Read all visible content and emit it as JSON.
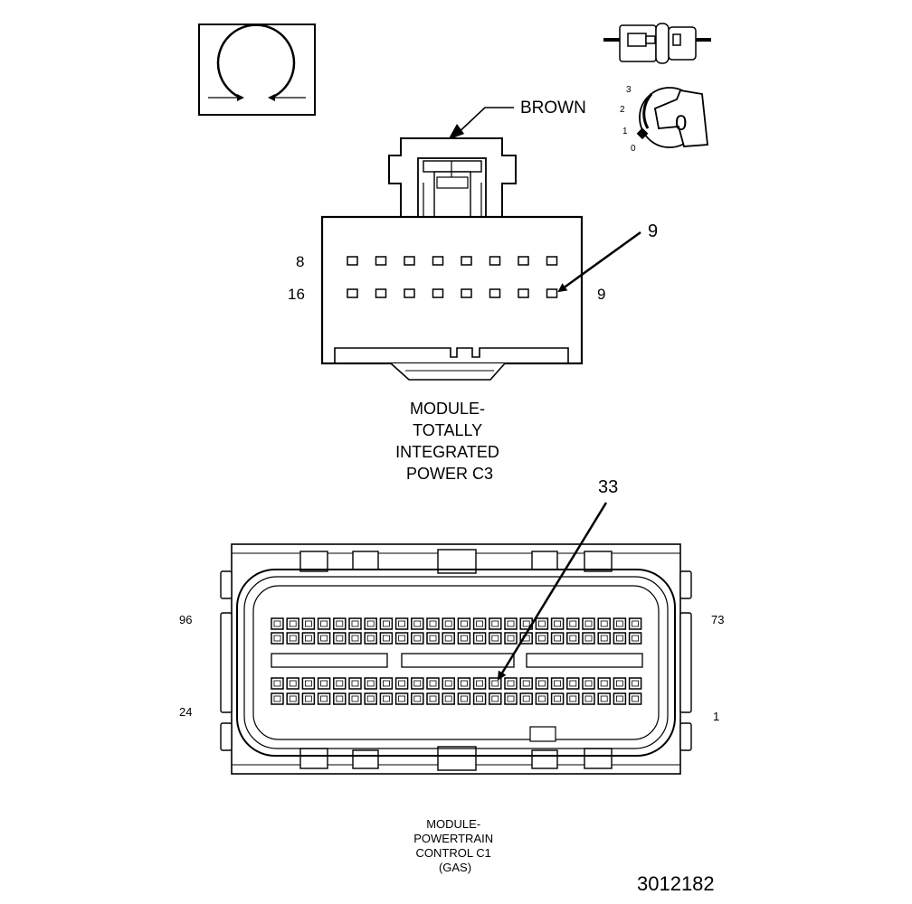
{
  "figure_number": "3012182",
  "icons": {
    "view_direction": "rotation-arrow-icon",
    "connector_symbol": "connector-plug-icon",
    "ignition": "ignition-key-icon"
  },
  "ignition": {
    "positions": [
      "3",
      "2",
      "1",
      "0"
    ],
    "key_label": "0"
  },
  "connector_c3": {
    "color_label": "BROWN",
    "pin_labels": {
      "top_left": "8",
      "bottom_left": "16",
      "bottom_right": "9"
    },
    "callout": "9",
    "title_lines": [
      "MODULE-",
      "TOTALLY",
      "INTEGRATED",
      "POWER C3"
    ]
  },
  "connector_c1": {
    "pin_labels": {
      "top_left": "96",
      "top_right": "73",
      "bottom_left": "24",
      "bottom_right": "1"
    },
    "callout": "33",
    "title_lines": [
      "MODULE-",
      "POWERTRAIN",
      "CONTROL C1",
      "(GAS)"
    ]
  }
}
